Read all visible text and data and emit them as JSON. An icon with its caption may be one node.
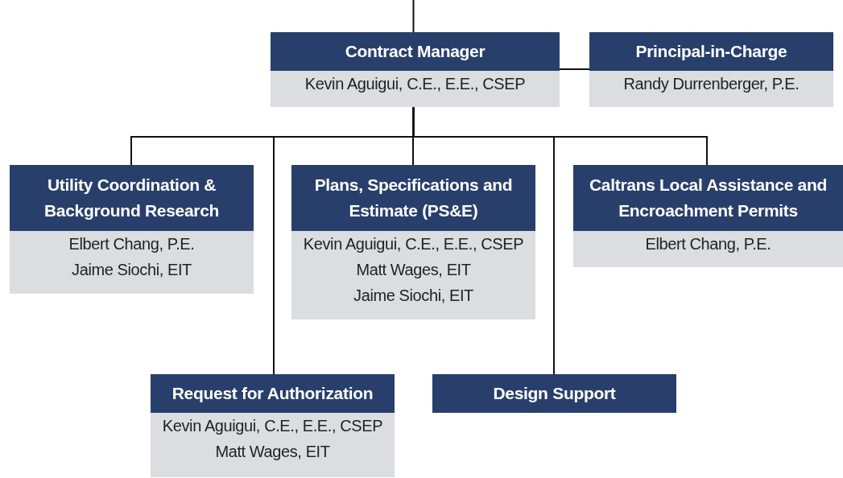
{
  "diagram": {
    "nodes": [
      {
        "text": [
          "Contract Manager",
          "Kevin Aguigui, C.E., E.E., CSEP"
        ]
      },
      {
        "text": [
          "Principal-in-Charge",
          "Randy Durrenberger, P.E."
        ]
      },
      {
        "text": [
          "Utility Coordination & Background Research",
          "Elbert Chang, P.E.",
          "Jaime Siochi, EIT"
        ]
      },
      {
        "text": [
          "Plans, Specifications and Estimate (PS&E)",
          "Kevin Aguigui, C.E., E.E., CSEP",
          "Matt Wages, EIT",
          "Jaime Siochi, EIT"
        ]
      },
      {
        "text": [
          "Caltrans Local Assistance and Encroachment Permits",
          "Elbert Chang, P.E."
        ]
      },
      {
        "text": [
          "Request for Authorization",
          "Kevin Aguigui, C.E., E.E., CSEP",
          "Matt Wages, EIT"
        ]
      },
      {
        "text": [
          "Design Support"
        ]
      }
    ],
    "edges": [
      {
        "from": null,
        "to": 0,
        "arrow": "none"
      },
      {
        "from": 0,
        "to": 1,
        "arrow": "none"
      },
      {
        "from": 0,
        "to": 2,
        "arrow": "none"
      },
      {
        "from": 0,
        "to": 3,
        "arrow": "none"
      },
      {
        "from": 0,
        "to": 4,
        "arrow": "none"
      },
      {
        "from": 0,
        "to": 5,
        "arrow": "none"
      },
      {
        "from": 0,
        "to": 6,
        "arrow": "none"
      }
    ]
  }
}
